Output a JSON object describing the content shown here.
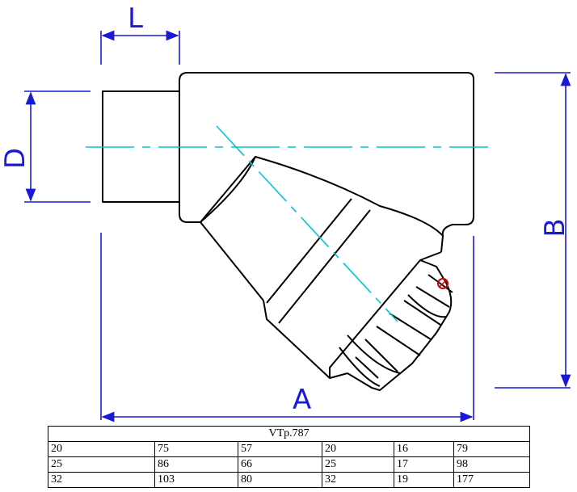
{
  "drawing": {
    "labels": {
      "L": "L",
      "D": "D",
      "B": "B",
      "A": "A"
    },
    "colors": {
      "outline": "#000000",
      "dimension": "#1a1ad6",
      "centerline": "#00c8d2",
      "marker": "#cc0000"
    }
  },
  "table": {
    "title": "VTp.787",
    "rows": [
      [
        "20",
        "75",
        "57",
        "20",
        "16",
        "79"
      ],
      [
        "25",
        "86",
        "66",
        "25",
        "17",
        "98"
      ],
      [
        "32",
        "103",
        "80",
        "32",
        "19",
        "177"
      ]
    ]
  }
}
